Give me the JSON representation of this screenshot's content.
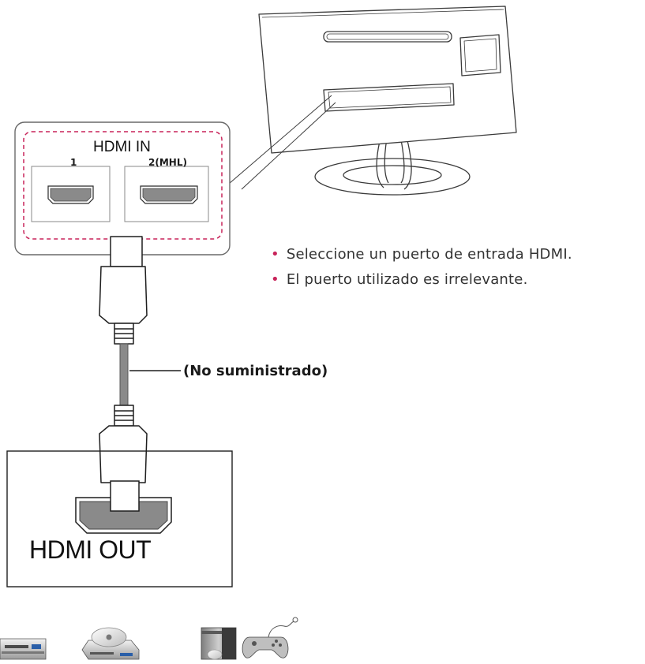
{
  "monitor": {
    "hdmi_in_label": "HDMI IN",
    "port_1_label": "1",
    "port_2_label": "2(MHL)"
  },
  "notes": [
    "Seleccione un puerto de entrada HDMI.",
    "El puerto utilizado es irrelevante."
  ],
  "cable": {
    "label": "(No suministrado)"
  },
  "source_device": {
    "hdmi_out_label": "HDMI OUT"
  },
  "devices": [
    {
      "icon": "av-receiver-icon"
    },
    {
      "icon": "dvd-player-icon"
    },
    {
      "icon": "pc-tower-icon"
    },
    {
      "icon": "game-controller-icon"
    }
  ],
  "colors": {
    "accent_dashed_outline": "#c8245a",
    "bullet": "#c8245a",
    "line_art": "#3a3a3a",
    "port_fill": "#8a8a8a"
  }
}
